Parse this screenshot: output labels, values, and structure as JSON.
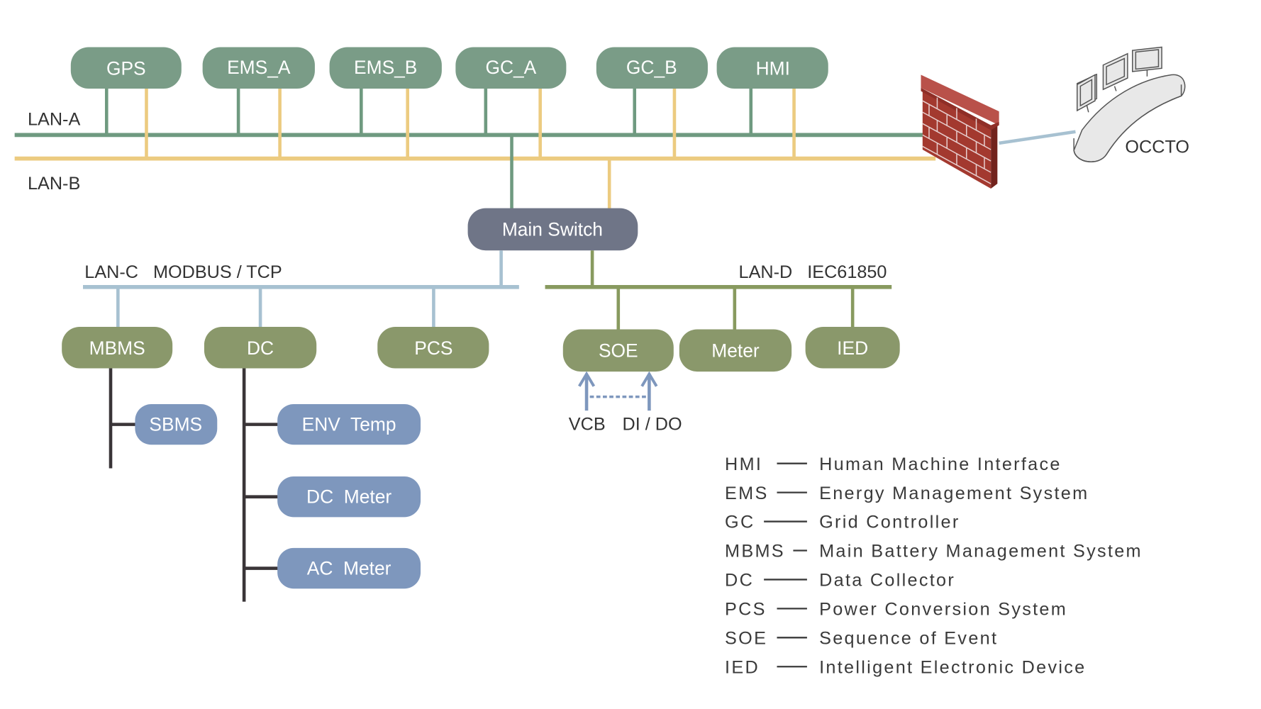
{
  "colors": {
    "top_node": "#7a9c87",
    "main_switch": "#6f7587",
    "field_node": "#8a986b",
    "sub_node": "#7e97bd",
    "lan_a": "#6f9a80",
    "lan_b": "#eccb80",
    "lan_c": "#a7c1d1",
    "lan_d": "#889a5f",
    "tree_line": "#3a3538",
    "io_arrow": "#7e97bd",
    "occto_link": "#a7c1d1",
    "firewall": "#a3392f",
    "text": "#333333"
  },
  "networks": {
    "lan_a": "LAN-A",
    "lan_b": "LAN-B",
    "lan_c": "LAN-C   MODBUS / TCP",
    "lan_d": "LAN-D   IEC61850"
  },
  "top_nodes": [
    "GPS",
    "EMS_A",
    "EMS_B",
    "GC_A",
    "GC_B",
    "HMI"
  ],
  "main_switch": "Main Switch",
  "lan_c_nodes": [
    "MBMS",
    "DC",
    "PCS"
  ],
  "lan_d_nodes": [
    "SOE",
    "Meter",
    "IED"
  ],
  "mbms_children": [
    "SBMS"
  ],
  "dc_children": [
    "ENV  Temp",
    "DC  Meter",
    "AC  Meter"
  ],
  "soe_inputs": {
    "left": "VCB",
    "right": "DI / DO"
  },
  "firewall": {
    "icon": "firewall-icon"
  },
  "occto": {
    "label": "OCCTO",
    "icon": "control-room-icon"
  },
  "legend": [
    {
      "abbr": "HMI",
      "dash": "——",
      "desc": "Human Machine Interface"
    },
    {
      "abbr": "EMS",
      "dash": "——",
      "desc": "Energy Management System"
    },
    {
      "abbr": "GC",
      "dash": "———",
      "desc": "Grid Controller"
    },
    {
      "abbr": "MBMS",
      "dash": "–",
      "desc": "Main Battery Management System"
    },
    {
      "abbr": "DC",
      "dash": "———",
      "desc": "Data Collector"
    },
    {
      "abbr": "PCS",
      "dash": "——",
      "desc": "Power Conversion System"
    },
    {
      "abbr": "SOE",
      "dash": "——",
      "desc": "Sequence of Event"
    },
    {
      "abbr": "IED",
      "dash": "——",
      "desc": "Intelligent Electronic Device"
    }
  ]
}
